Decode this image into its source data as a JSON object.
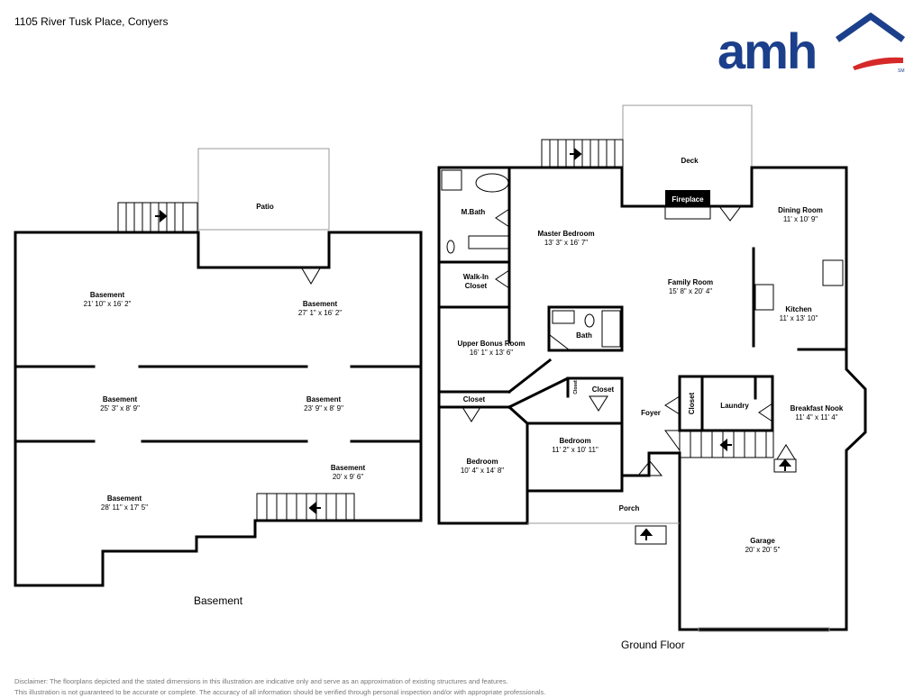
{
  "header": {
    "address": "1105 River Tusk Place, Conyers"
  },
  "logo": {
    "text": "amh",
    "mark": "SM",
    "color_primary": "#1b3f8b",
    "color_accent": "#d62828"
  },
  "levels": {
    "basement_label": "Basement",
    "ground_label": "Ground Floor"
  },
  "basement_rooms": [
    {
      "name": "Patio",
      "dim": ""
    },
    {
      "name": "Basement",
      "dim": "21' 10\" x 16' 2\""
    },
    {
      "name": "Basement",
      "dim": "27' 1\" x 16' 2\""
    },
    {
      "name": "Basement",
      "dim": "25' 3\" x 8' 9\""
    },
    {
      "name": "Basement",
      "dim": "23' 9\" x 8' 9\""
    },
    {
      "name": "Basement",
      "dim": "20' x 9' 6\""
    },
    {
      "name": "Basement",
      "dim": "28' 11\" x 17' 5\""
    }
  ],
  "ground_rooms": [
    {
      "name": "Deck",
      "dim": ""
    },
    {
      "name": "Fireplace",
      "dim": ""
    },
    {
      "name": "M.Bath",
      "dim": ""
    },
    {
      "name": "Master Bedroom",
      "dim": "13' 3\" x 16' 7\""
    },
    {
      "name": "Dining Room",
      "dim": "11' x 10' 9\""
    },
    {
      "name": "Walk-In",
      "dim": "Closet"
    },
    {
      "name": "Family Room",
      "dim": "15' 8\" x 20' 4\""
    },
    {
      "name": "Kitchen",
      "dim": "11' x 13' 10\""
    },
    {
      "name": "Bath",
      "dim": ""
    },
    {
      "name": "Upper Bonus Room",
      "dim": "16' 1\" x 13' 6\""
    },
    {
      "name": "Closet",
      "dim": ""
    },
    {
      "name": "Closet",
      "dim": ""
    },
    {
      "name": "Closet",
      "dim": ""
    },
    {
      "name": "Closet",
      "dim": ""
    },
    {
      "name": "Laundry",
      "dim": ""
    },
    {
      "name": "Breakfast Nook",
      "dim": "11' 4\" x 11' 4\""
    },
    {
      "name": "Foyer",
      "dim": ""
    },
    {
      "name": "Bedroom",
      "dim": "11' 2\" x 10' 11\""
    },
    {
      "name": "Bedroom",
      "dim": "10' 4\" x 14' 8\""
    },
    {
      "name": "Porch",
      "dim": ""
    },
    {
      "name": "Garage",
      "dim": "20' x 20' 5\""
    }
  ],
  "disclaimer": {
    "line1": "Disclaimer: The floorplans depicted and the stated dimensions in this illustration are indicative only and serve as an approximation of existing structures and features.",
    "line2": "This illustration is not guaranteed to be accurate or complete. The accuracy of all information should be verified through personal inspection and/or with appropriate professionals."
  }
}
